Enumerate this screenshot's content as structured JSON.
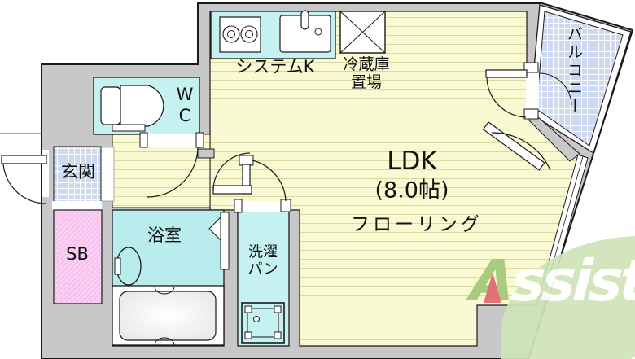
{
  "floorplan": {
    "labels": {
      "kitchen": "システムK",
      "fridge": "冷蔵庫\n置場",
      "wc": "W\nC",
      "entrance": "玄関",
      "shoe_box": "SB",
      "bathroom": "浴室",
      "laundry_pan": "洗濯\nパン",
      "ldk_name": "LDK",
      "ldk_size": "(8.0帖)",
      "ldk_flooring": "フローリング",
      "balcony": "バルコニー"
    },
    "colors": {
      "wall": "#c8c8c8",
      "floor": "#fafad2",
      "floor_line": "#d9d9a4",
      "wet_area": "#c6f1f1",
      "bath": "#b9eded",
      "tile": "#ccd9f0",
      "shoe_box": "#f7c3ee",
      "outline": "#1a1a1a"
    }
  },
  "watermark": {
    "first_letter": "A",
    "rest": "ssist",
    "leaf_green": "#cfe4b8",
    "letter_green": "#a3c878",
    "accent_red": "#dd6a72"
  }
}
